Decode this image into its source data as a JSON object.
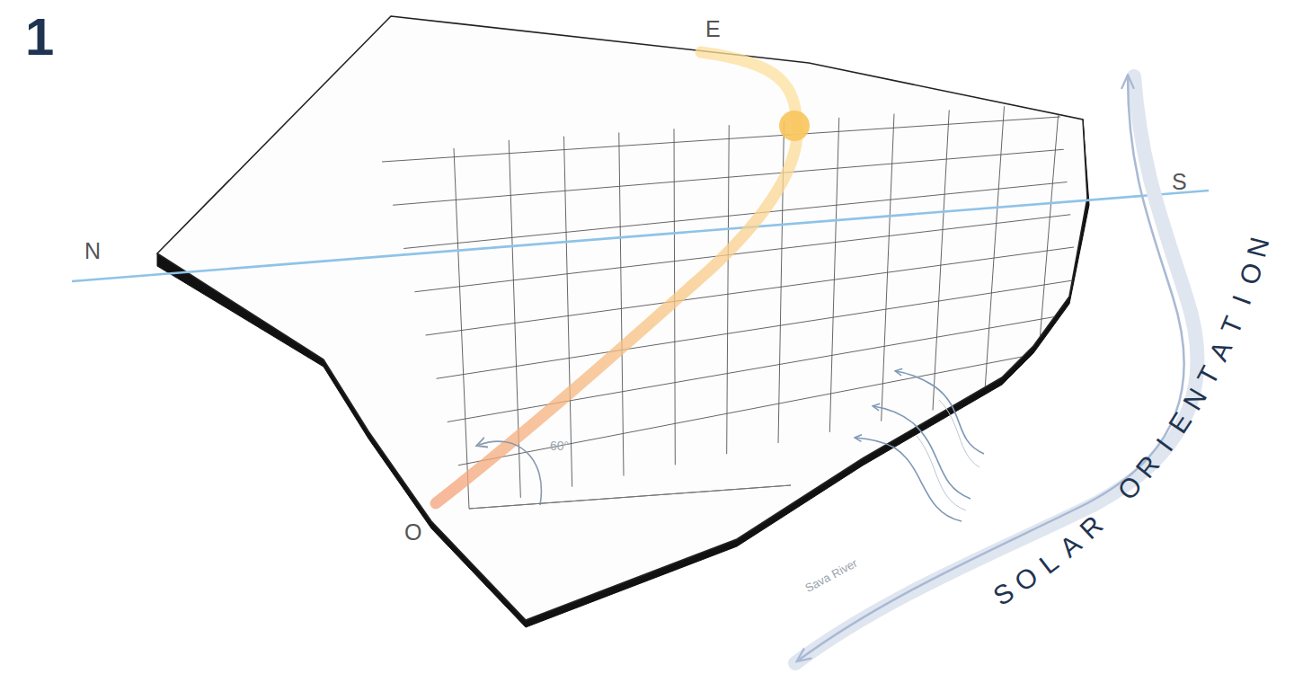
{
  "diagram": {
    "labels": [
      "1",
      "E",
      "S",
      "N",
      "O",
      "60°",
      "Sava River",
      "SOLAR ORIENTATION"
    ]
  }
}
